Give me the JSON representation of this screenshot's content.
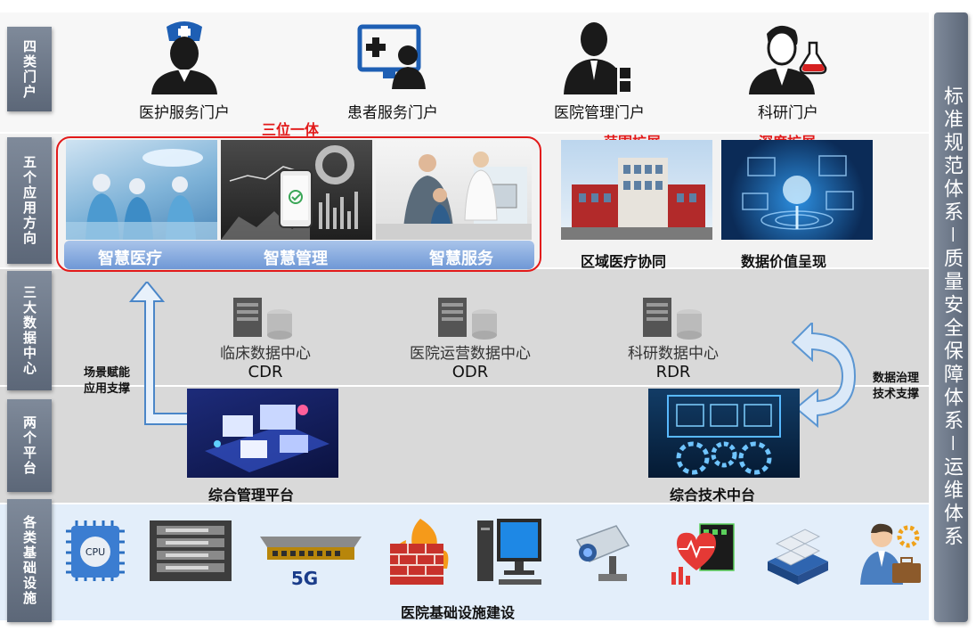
{
  "rows": {
    "portal": "四类门户",
    "app": "五个应用方向",
    "data": "三大数据中心",
    "platform": "两个平台",
    "infra": "各类基础设施"
  },
  "right_bar": "标准规范体系－质量安全保障体系－运维体系",
  "portals": [
    {
      "label": "医护服务门户",
      "icon": "nurse-icon"
    },
    {
      "label": "患者服务门户",
      "icon": "patient-monitor-icon"
    },
    {
      "label": "医院管理门户",
      "icon": "manager-icon"
    },
    {
      "label": "科研门户",
      "icon": "researcher-icon"
    }
  ],
  "apps": {
    "trinity_title": "三位一体",
    "smart": [
      "智慧医疗",
      "智慧管理",
      "智慧服务"
    ],
    "range_title": "范围扩展",
    "depth_title": "深度扩展",
    "regional": "区域医疗协同",
    "value": "数据价值呈现"
  },
  "data_centers": [
    {
      "name": "临床数据中心",
      "abbr": "CDR"
    },
    {
      "name": "医院运营数据中心",
      "abbr": "ODR"
    },
    {
      "name": "科研数据中心",
      "abbr": "RDR"
    }
  ],
  "notes": {
    "left": [
      "场景赋能",
      "应用支撑"
    ],
    "right": [
      "数据治理",
      "技术支撑"
    ]
  },
  "platforms": [
    "综合管理平台",
    "综合技术中台"
  ],
  "infra": {
    "cpu_text": "CPU",
    "g5_text": "5G",
    "caption": "医院基础设施建设",
    "icons": [
      "cpu-icon",
      "server-rack-icon",
      "network-switch-icon",
      "firewall-icon",
      "desktop-computer-icon",
      "camera-icon",
      "health-monitor-icon",
      "cloud-storage-icon",
      "operator-icon"
    ]
  },
  "colors": {
    "accent_red": "#e21a1a",
    "label_gray": "#6b7585",
    "smart_blue": "#6f98d6",
    "infra_bg": "#e3eefa"
  }
}
